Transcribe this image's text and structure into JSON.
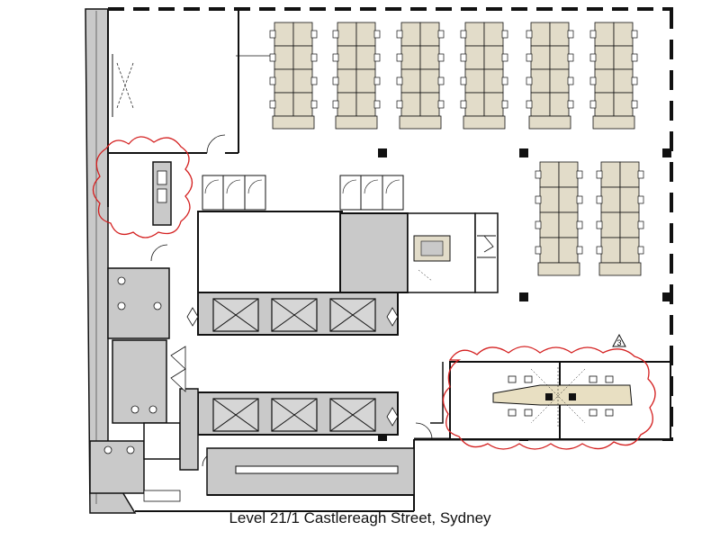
{
  "caption": "Level 21/1 Castlereagh Street, Sydney",
  "revision_tag": "3",
  "colors": {
    "wall": "#111111",
    "core_fill": "#c9c9c9",
    "furniture_fill": "#e2dcc9",
    "revision_cloud": "#d42020",
    "boardroom_table": "#e8dfc2"
  },
  "workstation_banks": [
    {
      "id": "bank-1",
      "desks": 8
    },
    {
      "id": "bank-2",
      "desks": 8
    },
    {
      "id": "bank-3",
      "desks": 8
    },
    {
      "id": "bank-4",
      "desks": 8
    },
    {
      "id": "bank-5",
      "desks": 8
    },
    {
      "id": "bank-6",
      "desks": 8
    },
    {
      "id": "bank-7",
      "desks": 8
    },
    {
      "id": "bank-8",
      "desks": 8
    }
  ],
  "lift_count": 6,
  "icons": [
    "revision-cloud-icon",
    "revision-triangle-icon",
    "door-swing-icon",
    "lift-icon",
    "column-icon"
  ]
}
